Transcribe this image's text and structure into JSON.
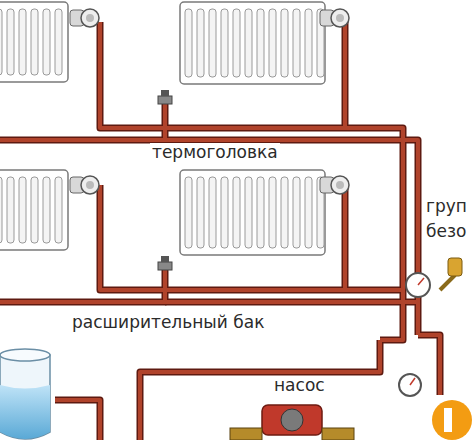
{
  "diagram": {
    "labels": [
      "термоголовка",
      "расширительный бак",
      "насос",
      "груп",
      "безо"
    ]
  }
}
